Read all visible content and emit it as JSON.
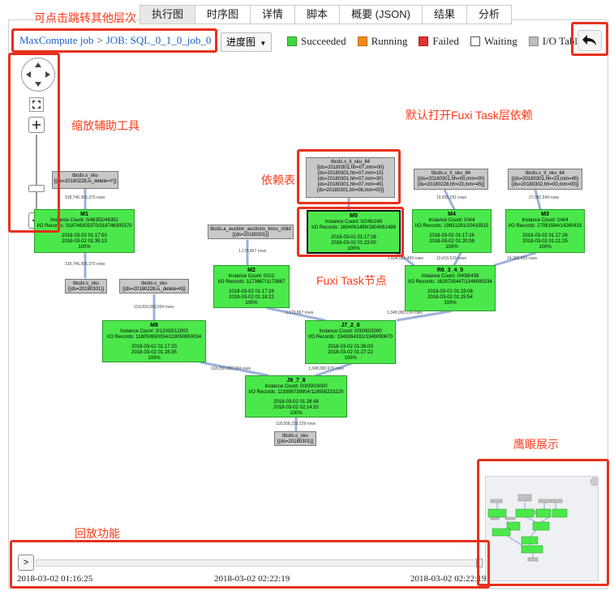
{
  "tabs": [
    {
      "label": "执行图",
      "active": true
    },
    {
      "label": "时序图",
      "active": false
    },
    {
      "label": "详情",
      "active": false
    },
    {
      "label": "脚本",
      "active": false
    },
    {
      "label": "概要 (JSON)",
      "active": false
    },
    {
      "label": "结果",
      "active": false
    },
    {
      "label": "分析",
      "active": false
    }
  ],
  "breadcrumb": {
    "project": "MaxCompute job",
    "separator": ">",
    "job": "JOB: SQL_0_1_0_job_0"
  },
  "view_selector": {
    "label": "进度图",
    "icon": "caret-down-icon"
  },
  "legend": [
    {
      "label": "Succeeded",
      "color": "#3fd83f",
      "border": "#2a9a2a"
    },
    {
      "label": "Running",
      "color": "#f08a1c",
      "border": "#c26a10"
    },
    {
      "label": "Failed",
      "color": "#e53030",
      "border": "#a81e1e"
    },
    {
      "label": "Waiting",
      "color": "#ffffff",
      "border": "#555555"
    },
    {
      "label": "I/O Table",
      "color": "#bdbdbd",
      "border": "#8a8a8a"
    }
  ],
  "annotations": {
    "breadcrumb_note": "可点击跳转其他层次",
    "zoom_note": "缩放辅助工具",
    "default_note": "默认打开Fuxi Task层依赖",
    "dependency_note": "依赖表",
    "fuxi_note": "Fuxi Task节点",
    "minimap_note": "鹰眼展示",
    "playback_note": "回放功能"
  },
  "graph": {
    "tables": [
      {
        "id": "t_ssku1",
        "lines": [
          "tbcds.s_sku",
          "[{ds=20180228,is_delete=Y}]"
        ]
      },
      {
        "id": "t_item",
        "lines": [
          "tbcds.s_it_sku_84",
          "[{ds=20180301,hh=07,mm=00}",
          "{ds=20180301,hh=07,mm=15}",
          "{ds=20180301,hh=07,mm=30}",
          "{ds=20180301,hh=07,mm=45}",
          "{ds=20180301,hh=08,mm=00}]"
        ]
      },
      {
        "id": "t_item2",
        "lines": [
          "tbcds.s_it_sku_84",
          "[{ds=20180301,hh=00,mm=00}",
          "{ds=20180228,hh=23,mm=45}]"
        ]
      },
      {
        "id": "t_item3",
        "lines": [
          "tbcds.s_it_sku_84",
          "[{ds=20180301,hh=23,mm=45}",
          "{ds=20180302,hh=00,mm=00}]"
        ]
      },
      {
        "id": "t_auction",
        "lines": [
          "tbcds.a_auction_auctions_tmcs_child",
          "[{ds=20180301}]"
        ]
      },
      {
        "id": "t_ssku2",
        "lines": [
          "tbcds.s_sku",
          "[{ds=20180301}]"
        ]
      },
      {
        "id": "t_ssku3",
        "lines": [
          "tbcds.s_sku",
          "[{ds=20180228,is_delete=N}]"
        ]
      },
      {
        "id": "t_out",
        "lines": [
          "tbcds.s_sku",
          "[{ds=20180301}]"
        ]
      }
    ],
    "tasks": [
      {
        "id": "M1",
        "name": "M1",
        "count": "Instance Count: 0/46352/46352",
        "records": "I/O Records: 318746305370/318746305370",
        "start": "2018-03-02 01:17:50",
        "end": "2018-03-02 01:35:13",
        "pct": "100%"
      },
      {
        "id": "M5",
        "name": "M5",
        "count": "Instance Count: 0/245/245",
        "records": "I/O Records: 1604061499/1604061499",
        "start": "2018-03-02 01:17:26",
        "end": "2018-03-02 01:23:00",
        "pct": "100%"
      },
      {
        "id": "M4",
        "name": "M4",
        "count": "Instance Count: 0/4/4",
        "records": "I/O Records: 19831291/10410515",
        "start": "2018-03-02 01:17:26",
        "end": "2018-03-02 01:20:38",
        "pct": "100%"
      },
      {
        "id": "M3",
        "name": "M3",
        "count": "Instance Count: 0/4/4",
        "records": "I/O Records: 27081594/14260433",
        "start": "2018-03-02 01:17:26",
        "end": "2018-03-02 01:21:25",
        "pct": "100%"
      },
      {
        "id": "R6_3_4_5",
        "name": "R6_3_4_5",
        "count": "Instance Count: 0/439/439",
        "records": "I/O Records: 1628735447/1348090234",
        "start": "2018-03-02 01:23:08",
        "end": "2018-03-02 01:25:54",
        "pct": "100%"
      },
      {
        "id": "M2",
        "name": "M2",
        "count": "Instance Count: 0/1/1",
        "records": "I/O Records: 1173867/1173867",
        "start": "2018-03-02 01:17:26",
        "end": "2018-03-02 01:18:22",
        "pct": "100%"
      },
      {
        "id": "M8",
        "name": "M8",
        "count": "Instance Count: 0/12003/12003",
        "records": "I/O Records: 118050650034/118050650034",
        "start": "2018-03-02 01:17:20",
        "end": "2018-03-02 01:28:35",
        "pct": "100%"
      },
      {
        "id": "J7_2_6",
        "name": "J7_2_6",
        "count": "Instance Count: 0/3000/3000",
        "records": "I/O Records: 1349264191/1348090670",
        "start": "2018-03-02 01:26:00",
        "end": "2018-03-02 01:27:22",
        "pct": "100%"
      },
      {
        "id": "J9_7_8",
        "name": "J9_7_8",
        "count": "Instance Count: 0/3000/3000",
        "records": "I/O Records: 119398739904/118558233229",
        "start": "2018-03-02 01:28:48",
        "end": "2018-03-02 02:14:33",
        "pct": "100%"
      }
    ],
    "edge_labels": [
      {
        "id": "e1",
        "text": "318,746,305,370 rows"
      },
      {
        "id": "e2",
        "text": "318,746,305,370 rows"
      },
      {
        "id": "e3",
        "text": "19,831,291 rows"
      },
      {
        "id": "e4",
        "text": "27,081,594 rows"
      },
      {
        "id": "e5",
        "text": "1,604,061,499 rows"
      },
      {
        "id": "e6",
        "text": "10,410,515 rows"
      },
      {
        "id": "e7",
        "text": "14,260,433 rows"
      },
      {
        "id": "e8",
        "text": "1,173,867 rows"
      },
      {
        "id": "e9",
        "text": "1,173,867 rows"
      },
      {
        "id": "e10",
        "text": "1,348,090,234 rows"
      },
      {
        "id": "e11",
        "text": "118,050,650,034 rows"
      },
      {
        "id": "e12",
        "text": "118,050,650,034 rows"
      },
      {
        "id": "e13",
        "text": "1,348,090,670 rows"
      },
      {
        "id": "e14",
        "text": "118,558,233,229 rows"
      }
    ]
  },
  "playback": {
    "play_label": ">",
    "start_time": "2018-03-02 01:16:25",
    "mid_time": "2018-03-02 02:22:19",
    "end_time": "2018-03-02 02:22:19"
  }
}
